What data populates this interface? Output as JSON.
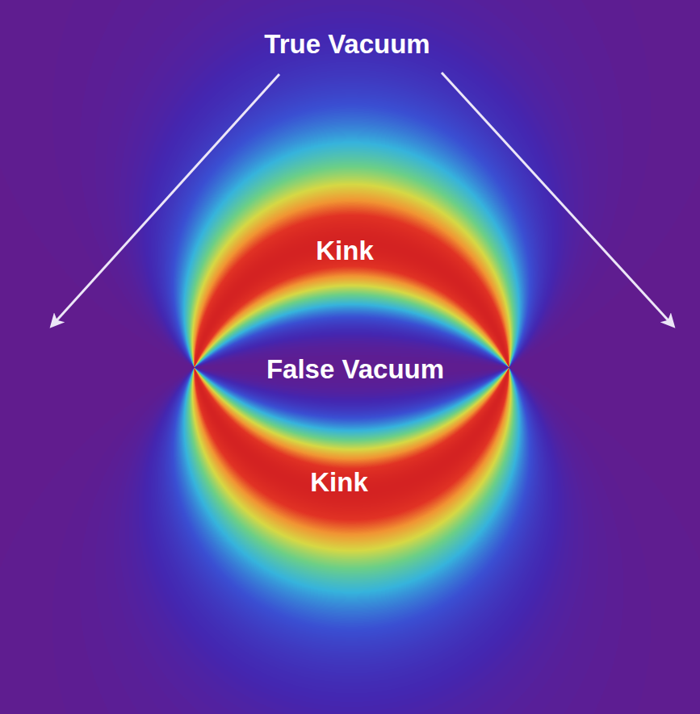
{
  "diagram": {
    "labels": [
      "True Vacuum",
      "Kink",
      "False Vacuum",
      "Kink"
    ]
  }
}
